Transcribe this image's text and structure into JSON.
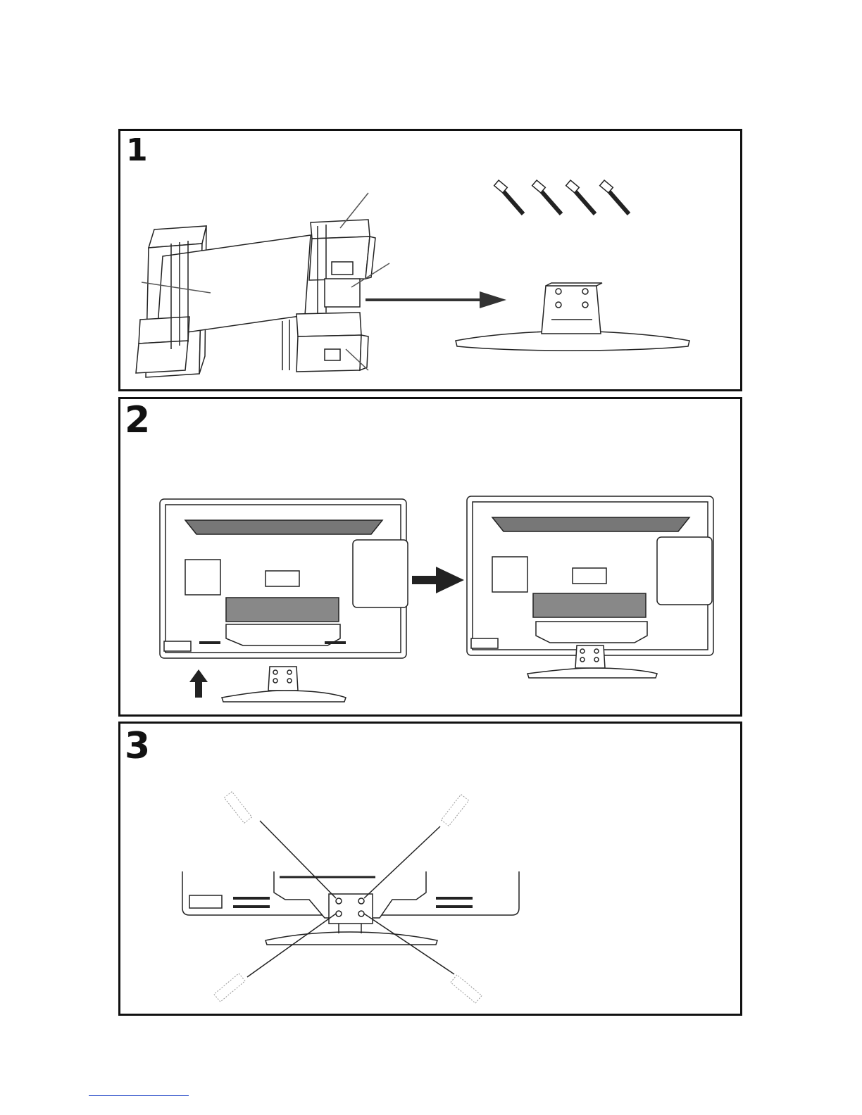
{
  "steps": [
    {
      "number": "1"
    },
    {
      "number": "2"
    },
    {
      "number": "3"
    }
  ],
  "colors": {
    "border": "#111111",
    "line": "#222222",
    "leader": "#555555",
    "footer_rule": "#3355cc"
  },
  "icons": [
    "screw-icon",
    "arrow-right-icon",
    "arrow-up-icon",
    "tv-back-illustration",
    "stand-base-illustration",
    "packing-foam-illustration"
  ]
}
